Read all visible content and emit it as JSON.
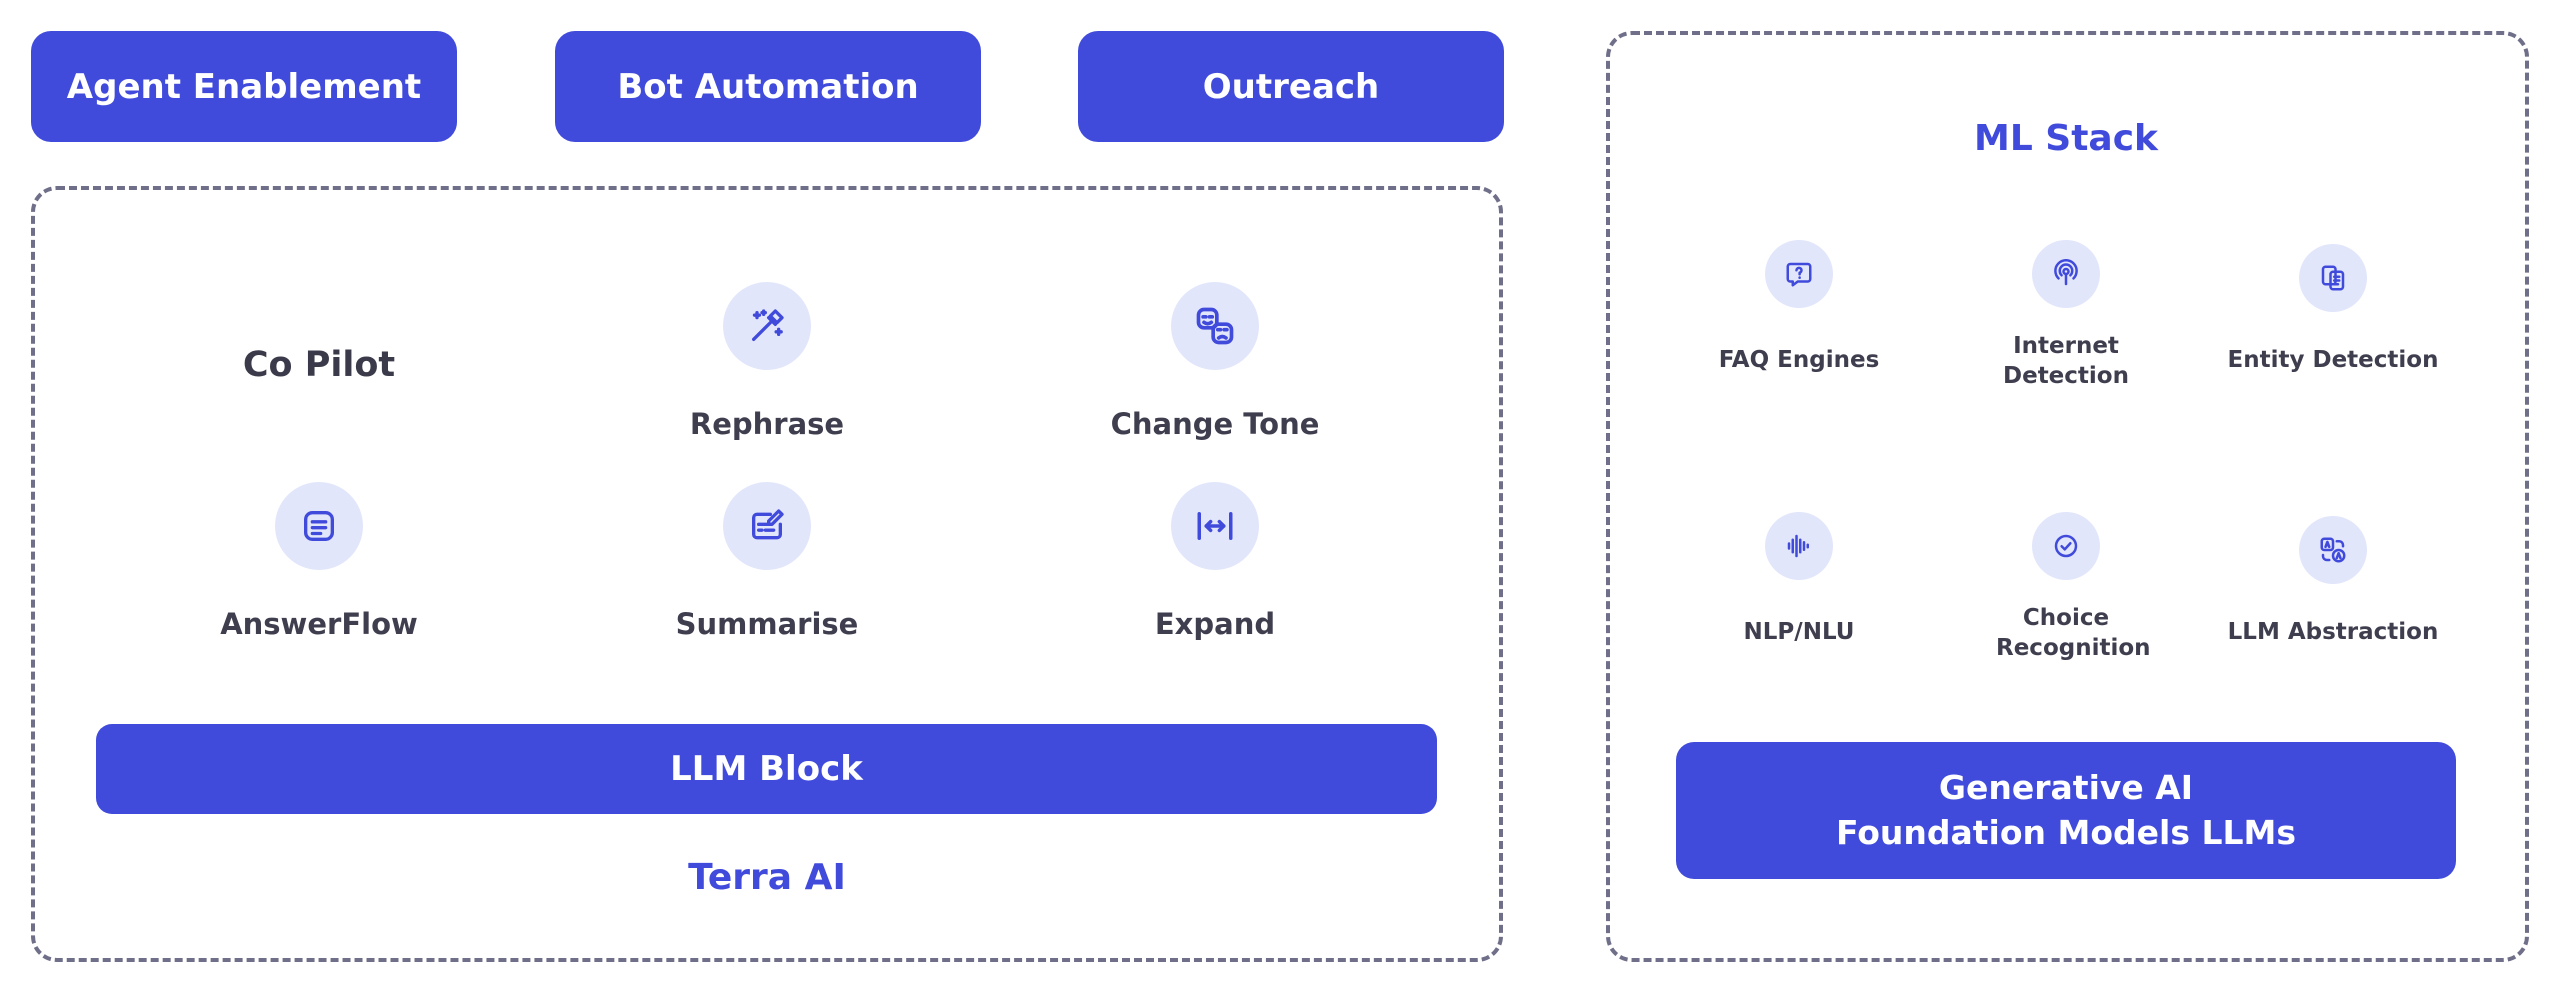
{
  "top_buttons": {
    "agent": "Agent Enablement",
    "bot": "Bot Automation",
    "outreach": "Outreach"
  },
  "terra": {
    "title": "Co Pilot",
    "features": [
      {
        "label": "Rephrase",
        "icon": "magic-wand-icon"
      },
      {
        "label": "Change Tone",
        "icon": "theater-masks-icon"
      },
      {
        "label": "AnswerFlow",
        "icon": "note-icon"
      },
      {
        "label": "Summarise",
        "icon": "edit-note-icon"
      },
      {
        "label": "Expand",
        "icon": "expand-arrows-icon"
      }
    ],
    "llm_block": "LLM Block",
    "footer": "Terra AI"
  },
  "ml_stack": {
    "title": "ML Stack",
    "items": [
      {
        "label": "FAQ Engines",
        "icon": "question-chat-icon"
      },
      {
        "label": "Internet Detection",
        "icon": "signal-pin-icon"
      },
      {
        "label": "Entity Detection",
        "icon": "document-copy-icon"
      },
      {
        "label": "NLP/NLU",
        "icon": "audio-wave-icon"
      },
      {
        "label": "Choice Recognition",
        "icon": "check-circle-icon"
      },
      {
        "label": "LLM Abstraction",
        "icon": "translate-icon"
      }
    ],
    "foundation_line1": "Generative AI",
    "foundation_line2": "Foundation Models LLMs"
  },
  "colors": {
    "accent": "#414bdb",
    "icon_bg": "#e2e6fb",
    "text_dark": "#3e3e4f",
    "dashed_border": "#6f6f8a"
  }
}
